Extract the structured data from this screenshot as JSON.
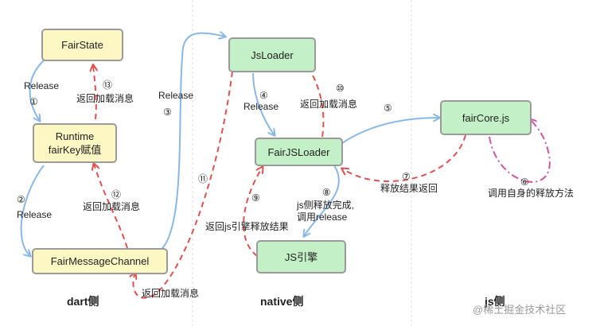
{
  "colors": {
    "blue_arrow": "#8ab8e6",
    "red_arrow": "#e05050",
    "pink_arrow": "#d0559a",
    "divider": "#dddddd"
  },
  "columns": {
    "dart": "dart侧",
    "native": "native侧",
    "js": "js侧"
  },
  "nodes": {
    "fairstate": "FairState",
    "runtime": "Runtime\nfairKey赋值",
    "fairmessagechannel": "FairMessageChannel",
    "jsloader": "JsLoader",
    "fairjsloader": "FairJSLoader",
    "jsengine": "JS引擎",
    "faircore": "fairCore.js"
  },
  "edges": {
    "e1": {
      "step": "①",
      "label": "Release"
    },
    "e2": {
      "step": "②",
      "label": "Release"
    },
    "e3": {
      "step": "③",
      "label": "Release"
    },
    "e4": {
      "step": "④",
      "label": "Release"
    },
    "e5": {
      "step": "⑤"
    },
    "e6": {
      "step": "⑥",
      "label": "调用自身的释放方法"
    },
    "e7": {
      "step": "⑦",
      "label": "释放结果返回"
    },
    "e8": {
      "step": "⑧",
      "label": "js侧释放完成,\n调用release"
    },
    "e9": {
      "step": "⑨",
      "label": "返回js引擎释放结果"
    },
    "e10": {
      "step": "⑩",
      "label": "返回加载消息"
    },
    "e11": {
      "step": "⑪",
      "label": "返回加载消息"
    },
    "e12": {
      "step": "⑫",
      "label": "返回加载消息"
    },
    "e13": {
      "step": "⑬",
      "label": "返回加载消息"
    }
  },
  "watermark": "@稀土掘金技术社区"
}
